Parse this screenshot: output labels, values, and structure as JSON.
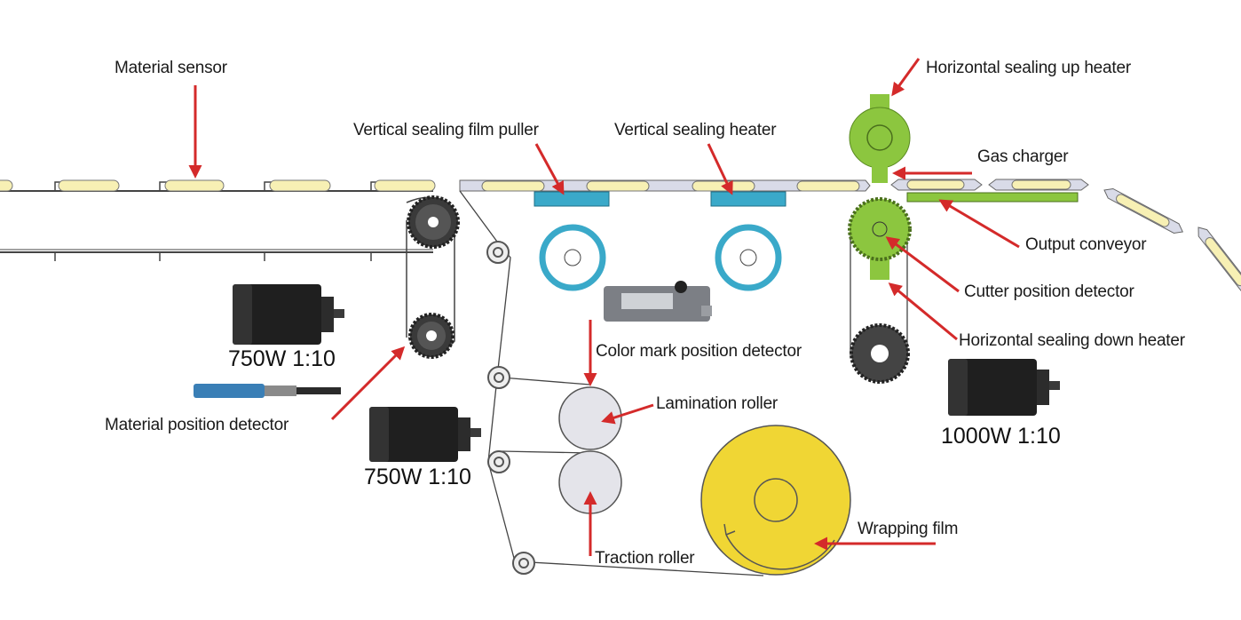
{
  "labels": {
    "material_sensor": "Material sensor",
    "vertical_film_puller": "Vertical sealing film puller",
    "vertical_heater": "Vertical sealing heater",
    "horizontal_up_heater": "Horizontal sealing up heater",
    "gas_charger": "Gas charger",
    "output_conveyor": "Output conveyor",
    "cutter_position_detector": "Cutter position detector",
    "horizontal_down_heater": "Horizontal sealing down heater",
    "color_mark_detector": "Color mark position detector",
    "material_position_detector": "Material position detector",
    "lamination_roller": "Lamination roller",
    "traction_roller": "Traction roller",
    "wrapping_film": "Wrapping film"
  },
  "motors": {
    "conveyor_motor": "750W 1:10",
    "film_motor": "750W 1:10",
    "sealing_motor": "1000W 1:10"
  },
  "colors": {
    "arrow": "#d42a2a",
    "product": "#f7f0b4",
    "heater_green": "#8cc63f",
    "vertical_heater_blue": "#3aa9c9",
    "film_yellow": "#f0d634",
    "roller_grey": "#e4e4ea"
  }
}
